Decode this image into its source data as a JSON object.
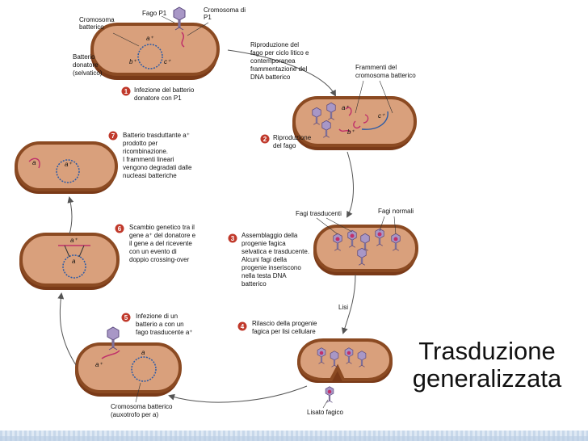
{
  "title": {
    "line1": "Trasduzione",
    "line2": "generalizzata"
  },
  "stage1": {
    "top_labels": [
      "Fago P1",
      "Cromosoma batterico",
      "Cromosoma di P1"
    ],
    "left_label": [
      "Batterio",
      "donatore",
      "(selvatico)"
    ],
    "genes": [
      "a⁺",
      "b⁺",
      "c⁺"
    ],
    "step": "1",
    "caption": [
      "Infezione del batterio",
      "donatore con P1"
    ]
  },
  "arrow1": [
    "Riproduzione del",
    "fago per ciclo litico e",
    "contemporanea",
    "frammentazione del",
    "DNA batterico"
  ],
  "stage2": {
    "top_label": [
      "Frammenti del",
      "cromosoma batterico"
    ],
    "genes": [
      "a⁺",
      "b⁺",
      "c⁺"
    ],
    "step": "2",
    "caption": [
      "Riproduzione",
      "del fago"
    ]
  },
  "stage3": {
    "labels": [
      "Fagi trasducenti",
      "Fagi normali"
    ],
    "step": "3",
    "caption": [
      "Assemblaggio della",
      "progenie fagica",
      "selvatica e trasducente.",
      "Alcuni fagi della",
      "progenie inseriscono",
      "nella testa DNA",
      "batterico"
    ]
  },
  "lisi": "Lisi",
  "stage4": {
    "step": "4",
    "caption": [
      "Rilascio della progenie",
      "fagica per lisi cellulare"
    ],
    "bottom_label": "Lisato fagico"
  },
  "stage5": {
    "step": "5",
    "caption": [
      "Infezione di un",
      "batterio a con un",
      "fago trasducente a⁺"
    ],
    "genes": [
      "a⁺",
      "a"
    ],
    "bottom_label": [
      "Cromosoma batterico",
      "(auxotrofo per a)"
    ]
  },
  "stage6": {
    "step": "6",
    "caption": [
      "Scambio genetico tra il",
      "gene a⁺ del donatore e",
      "il gene a del ricevente",
      "con un evento di",
      "doppio crossing-over"
    ],
    "genes": [
      "a⁺",
      "a"
    ]
  },
  "stage7": {
    "step": "7",
    "caption": [
      "Batterio trasduttante a⁺",
      "prodotto per",
      "ricombinazione.",
      "I frammenti lineari",
      "vengono degradati dalle",
      "nucleasi batteriche"
    ],
    "genes": [
      "a",
      "a⁺"
    ]
  },
  "colors": {
    "cell_fill": "#d9a07c",
    "cell_border": "#8b4a22",
    "badge": "#c0392b",
    "phage": "#9a8ab8",
    "plasmid": "#c0306a"
  }
}
